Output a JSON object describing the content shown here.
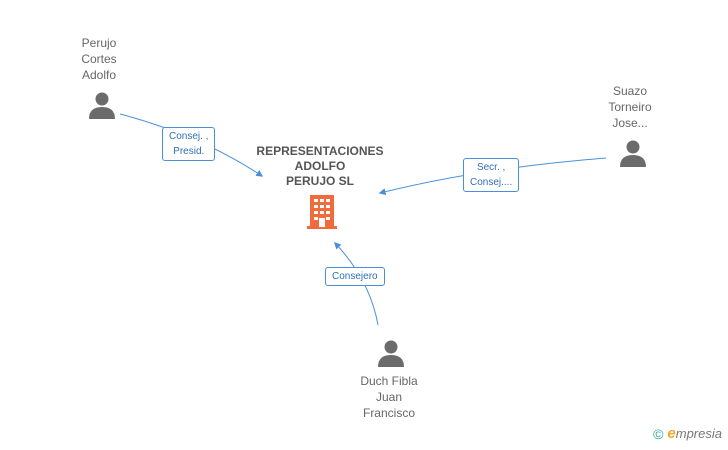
{
  "company": {
    "name_lines": [
      "REPRESENTACIONES",
      "ADOLFO",
      "PERUJO SL"
    ],
    "icon": "building-icon",
    "icon_color": "#f26b3a"
  },
  "people": [
    {
      "id": "perujo",
      "name_lines": [
        "Perujo",
        "Cortes",
        "Adolfo"
      ],
      "icon": "person-icon"
    },
    {
      "id": "suazo",
      "name_lines": [
        "Suazo",
        "Torneiro",
        "Jose..."
      ],
      "icon": "person-icon"
    },
    {
      "id": "duch",
      "name_lines": [
        "Duch Fibla",
        "Juan",
        "Francisco"
      ],
      "icon": "person-icon"
    }
  ],
  "roles": [
    {
      "id": "perujo-role",
      "lines": [
        "Consej. ,",
        "Presid."
      ]
    },
    {
      "id": "suazo-role",
      "lines": [
        "Secr. ,",
        "Consej...."
      ]
    },
    {
      "id": "duch-role",
      "lines": [
        "Consejero"
      ]
    }
  ],
  "colors": {
    "edge": "#4a90d9",
    "person_icon": "#6b6b6b",
    "text": "#666666"
  },
  "brand": {
    "copyright_symbol": "©",
    "logo_initial": "e",
    "logo_rest": "mpresia"
  }
}
